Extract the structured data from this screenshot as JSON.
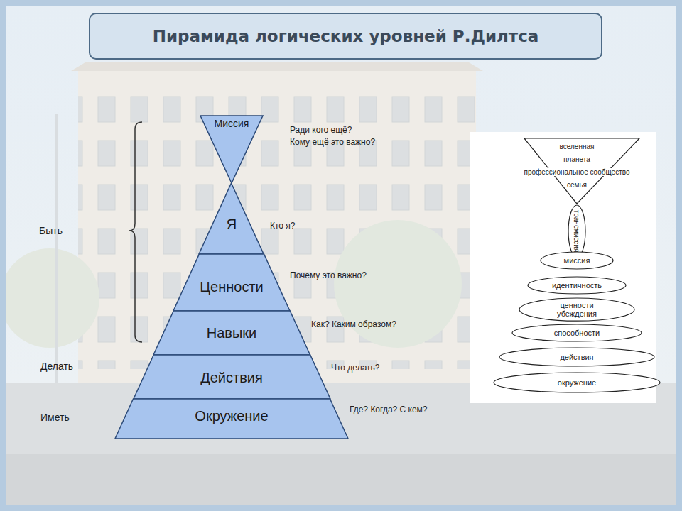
{
  "diagram": {
    "title": "Пирамида логических уровней Р.Дилтса",
    "nodes": [
      {
        "text": [
          "Миссия"
        ]
      },
      {
        "text": [
          "Я"
        ]
      },
      {
        "text": [
          "Ценности"
        ]
      },
      {
        "text": [
          "Навыки"
        ]
      },
      {
        "text": [
          "Действия"
        ]
      },
      {
        "text": [
          "Окружение"
        ]
      },
      {
        "text": [
          "вселенная",
          "планета",
          "профессиональное сообщество",
          "семья"
        ]
      },
      {
        "text": [
          "трансмиссия"
        ]
      },
      {
        "text": [
          "миссия"
        ]
      },
      {
        "text": [
          "идентичность"
        ]
      },
      {
        "text": [
          "ценности убеждения"
        ]
      },
      {
        "text": [
          "способности"
        ]
      },
      {
        "text": [
          "действия"
        ]
      },
      {
        "text": [
          "окружение"
        ]
      }
    ],
    "labels": [
      "Ради кого ещё?",
      "Кому ещё это важно?",
      "Кто я?",
      "Почему это важно?",
      "Как? Каким образом?",
      "Что делать?",
      "Где? Когда? С кем?",
      "Быть",
      "Делать",
      "Иметь"
    ]
  }
}
